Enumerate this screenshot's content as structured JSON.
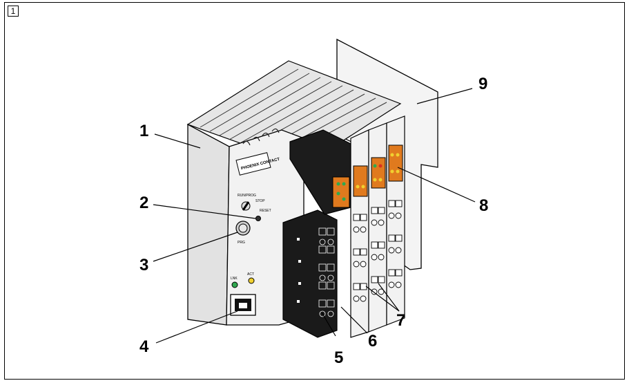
{
  "figure": {
    "number": "1"
  },
  "callouts": [
    "1",
    "2",
    "3",
    "4",
    "5",
    "6",
    "7",
    "8",
    "9"
  ],
  "device_text": {
    "brand": "PHOENIX CONTACT",
    "switch_run": "RUN/PROG",
    "switch_stop": "STOP",
    "reset": "RESET",
    "prg": "PRG",
    "led_lnk": "LNK",
    "led_act": "ACT"
  }
}
